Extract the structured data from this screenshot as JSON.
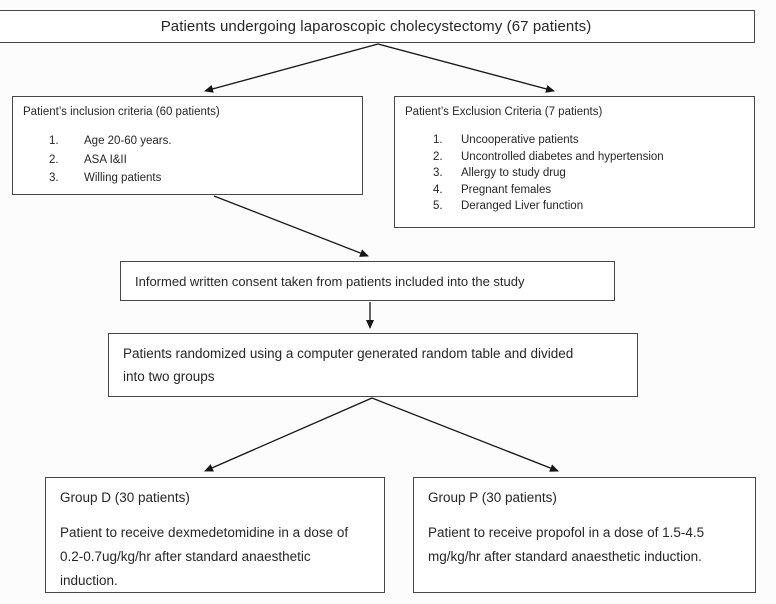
{
  "colors": {
    "border": "#474747",
    "text": "#262626",
    "background": "#fcfcfc",
    "boxbg": "#ffffff",
    "arrow": "#161616"
  },
  "flowchart": {
    "title": "Patients undergoing laparoscopic cholecystectomy (67 patients)",
    "inclusion": {
      "heading": "Patient’s inclusion criteria (60 patients)",
      "items": [
        "Age 20-60 years.",
        "ASA I&II",
        "Willing patients"
      ]
    },
    "exclusion": {
      "heading": "Patient’s Exclusion Criteria (7 patients)",
      "items": [
        "Uncooperative patients",
        "Uncontrolled diabetes and hypertension",
        "Allergy to study drug",
        "Pregnant females",
        "Deranged Liver function"
      ]
    },
    "consent": "Informed written consent taken from patients included into the study",
    "randomization": "Patients randomized using a computer generated random table and divided into two groups",
    "group_d": {
      "heading": "Group D (30 patients)",
      "body": "Patient to receive dexmedetomidine in a dose of 0.2-0.7ug/kg/hr after standard anaesthetic induction."
    },
    "group_p": {
      "heading": "Group P (30 patients)",
      "body": "Patient to receive propofol in a dose of 1.5-4.5 mg/kg/hr after standard anaesthetic induction."
    }
  }
}
